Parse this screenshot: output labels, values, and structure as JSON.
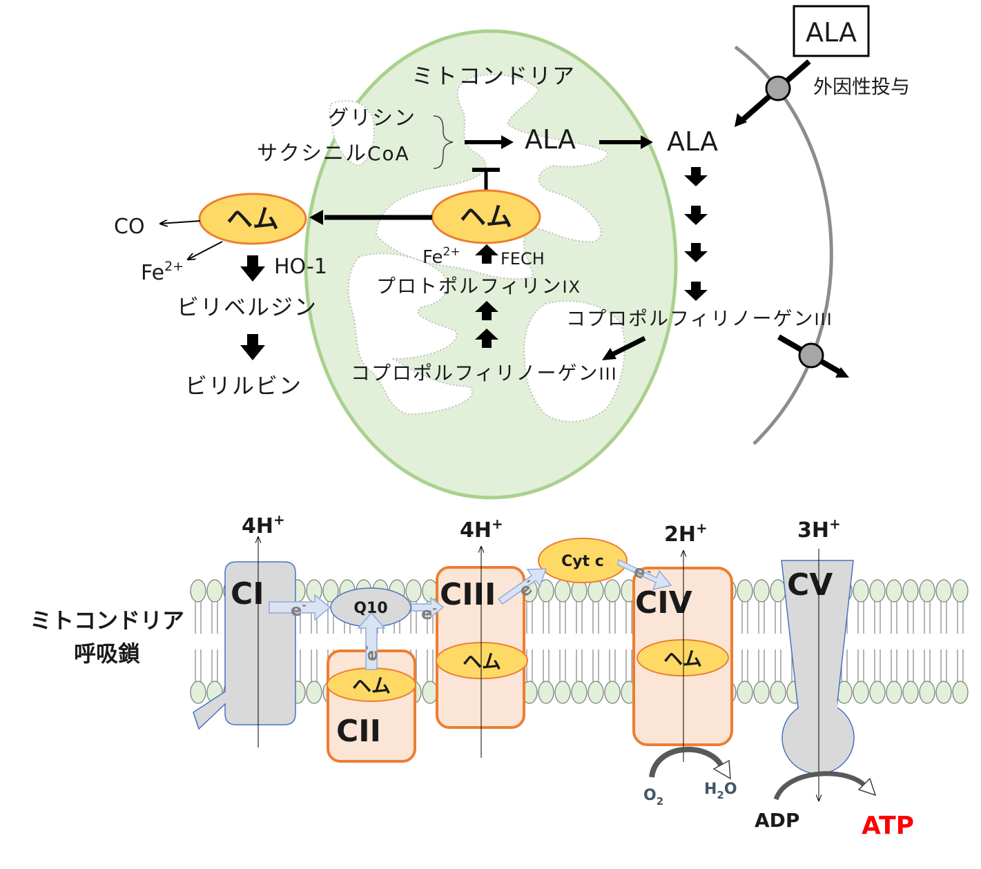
{
  "top": {
    "mito_label": "ミトコンドリア",
    "glycine": "グリシン",
    "succinyl": "サクシニル",
    "coa": "CoA",
    "ala_inner": "ALA",
    "ala_outer": "ALA",
    "ala_box": "ALA",
    "exogenous": "外因性投与",
    "heme_inner": "ヘム",
    "heme_outer": "ヘム",
    "co": "CO",
    "fe_out": "Fe",
    "fe_out_sup": "2+",
    "ho1": "HO-1",
    "biliverdin": "ビリベルジン",
    "bilirubin": "ビリルビン",
    "fe_in": "Fe",
    "fe_in_sup": "2+",
    "fech": "FECH",
    "proto": "プロトポルフィリン",
    "proto_suffix": "IX",
    "copro_out": "コプロポルフィリノーゲン",
    "copro_out_suffix": "III",
    "copro_in": "コプロポルフィリノーゲン",
    "copro_in_suffix": "III"
  },
  "bottom": {
    "title_line1": "ミトコンドリア",
    "title_line2": "呼吸鎖",
    "ci": "CI",
    "cii": "CII",
    "ciii": "CIII",
    "civ": "CIV",
    "cv": "CV",
    "q10": "Q10",
    "cytc": "Cyt c",
    "heme": "ヘム",
    "electron": "e",
    "electron_sup": "-",
    "h_ci": "4H",
    "h_ciii": "4H",
    "h_civ": "2H",
    "h_cv": "3H",
    "h_sup": "+",
    "o2": "O",
    "o2_sub": "2",
    "h2o_h": "H",
    "h2o_sub": "2",
    "h2o_o": "O",
    "adp": "ADP",
    "atp": "ATP"
  },
  "colors": {
    "mito_fill": "#e2efd9",
    "mito_stroke": "#a9d18e",
    "heme_fill": "#ffd966",
    "heme_stroke": "#ed7d31",
    "complex_fill": "#fbe5d6",
    "complex_stroke": "#ed7d31",
    "gray_fill": "#d9d9d9",
    "lipid_fill": "#e2efd9",
    "electron_arrow": "#dae3f3",
    "atp_red": "#ff0000"
  }
}
